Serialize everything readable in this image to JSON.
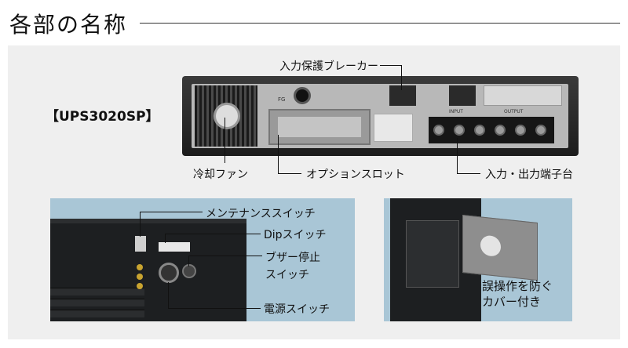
{
  "heading": {
    "title": "各部の名称"
  },
  "model": {
    "label": "【UPS3020SP】"
  },
  "rear_labels": {
    "breaker": "入力保護ブレーカー",
    "fan": "冷却ファン",
    "option_slot": "オプションスロット",
    "terminal": "入力・出力端子台"
  },
  "rear_print": {
    "fg": "FG",
    "input": "INPUT",
    "output": "OUTPUT"
  },
  "front_labels": {
    "maintenance_switch": "メンテナンススイッチ",
    "dip_switch": "Dipスイッチ",
    "buzzer_line1": "ブザー停止",
    "buzzer_line2": "スイッチ",
    "power_switch": "電源スイッチ"
  },
  "cover_labels": {
    "line1": "誤操作を防ぐ",
    "line2": "カバー付き"
  }
}
